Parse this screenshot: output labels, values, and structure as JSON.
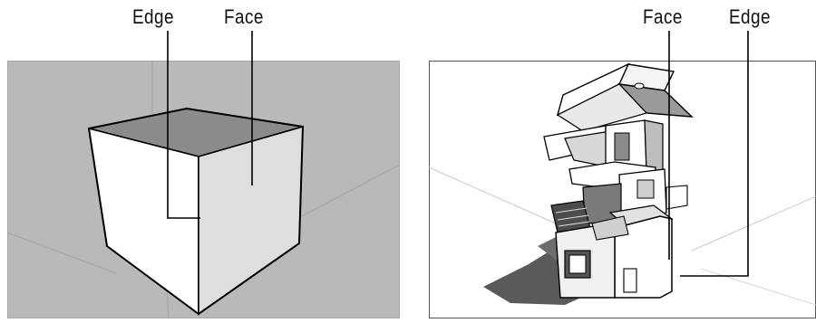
{
  "labels": {
    "left_edge": "Edge",
    "left_face": "Face",
    "right_face": "Face",
    "right_edge": "Edge"
  },
  "colors": {
    "viewport_gray": "#b9b9b9",
    "cube_top": "#8a8a8a",
    "cube_front": "#ffffff",
    "cube_side": "#dcdcdc",
    "leader_line": "#000000",
    "house_shadow": "#555555"
  }
}
